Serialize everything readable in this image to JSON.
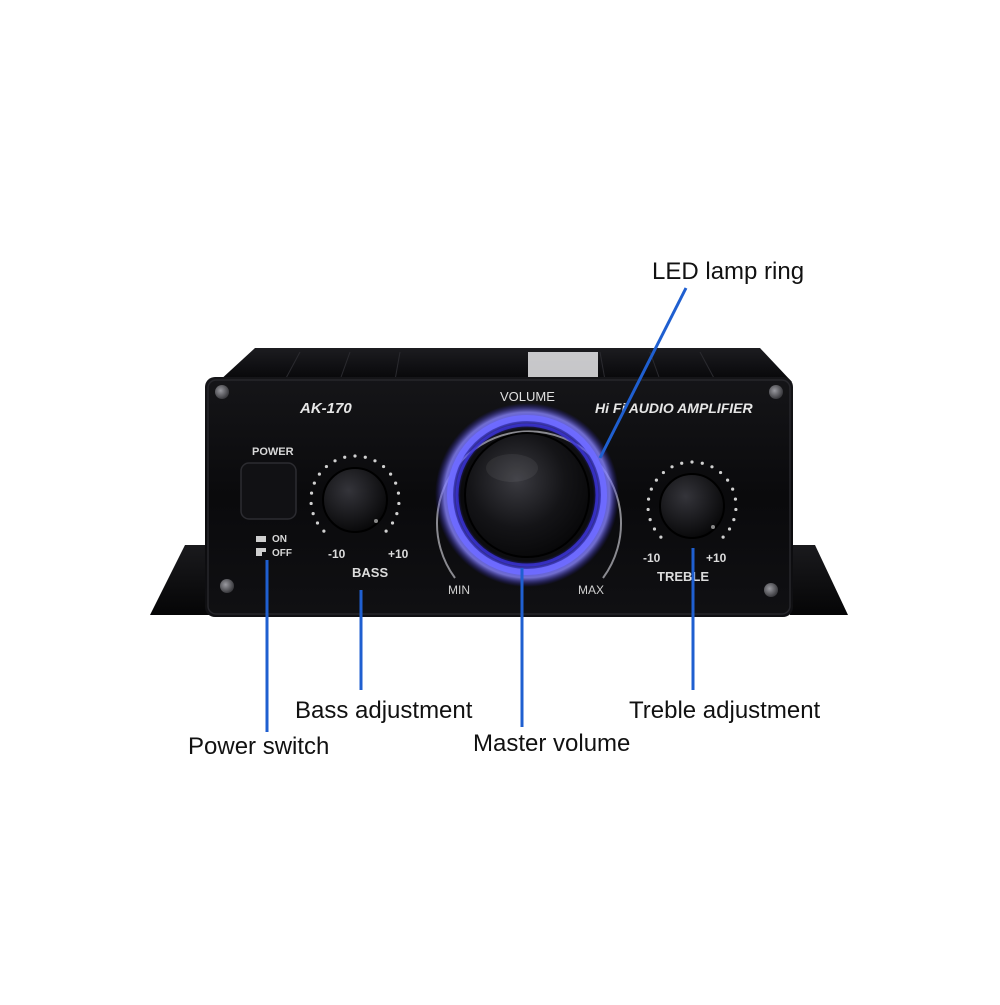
{
  "product": {
    "model": "AK-170",
    "series_label": "Hi Fi AUDIO AMPLIFIER",
    "power_label": "POWER",
    "switch_on_label": "ON",
    "switch_off_label": "OFF",
    "volume_label": "VOLUME",
    "volume_min": "MIN",
    "volume_max": "MAX",
    "bass_label": "BASS",
    "bass_min": "-10",
    "bass_max": "+10",
    "treble_label": "TREBLE",
    "treble_min": "-10",
    "treble_max": "+10"
  },
  "callouts": {
    "led_ring": "LED lamp ring",
    "bass": "Bass adjustment",
    "power": "Power switch",
    "volume": "Master volume",
    "treble": "Treble adjustment"
  },
  "colors": {
    "leader_line": "#1f5fd0",
    "led_glow": "#5a56ff",
    "chassis": "#0b0b0d"
  }
}
